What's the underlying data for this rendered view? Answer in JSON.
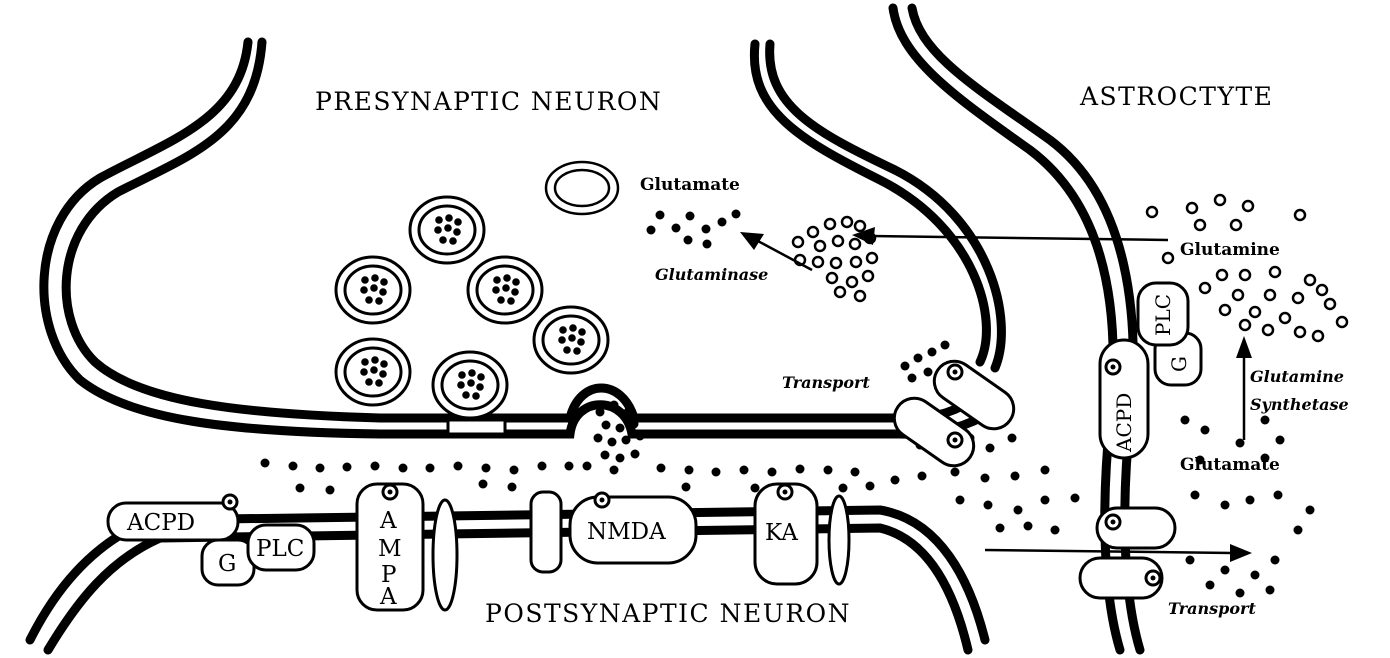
{
  "labels": {
    "presynaptic": "PRESYNAPTIC NEURON",
    "postsynaptic": "POSTSYNAPTIC NEURON",
    "astrocyte": "ASTROCTYTE",
    "glutamate_pre": "Glutamate",
    "glutaminase": "Glutaminase",
    "glutamine": "Glutamine",
    "glutamine_synthetase_1": "Glutamine",
    "glutamine_synthetase_2": "Synthetase",
    "glutamate_astro": "Glutamate",
    "transport_pre": "Transport",
    "transport_astro": "Transport"
  },
  "receptors": {
    "acpd_post": "ACPD",
    "g_post": "G",
    "plc_post": "PLC",
    "ampa": [
      "A",
      "M",
      "P",
      "A"
    ],
    "nmda": "NMDA",
    "ka": "KA",
    "acpd_astro": "ACPD",
    "g_astro": "G",
    "plc_astro": "PLC"
  }
}
